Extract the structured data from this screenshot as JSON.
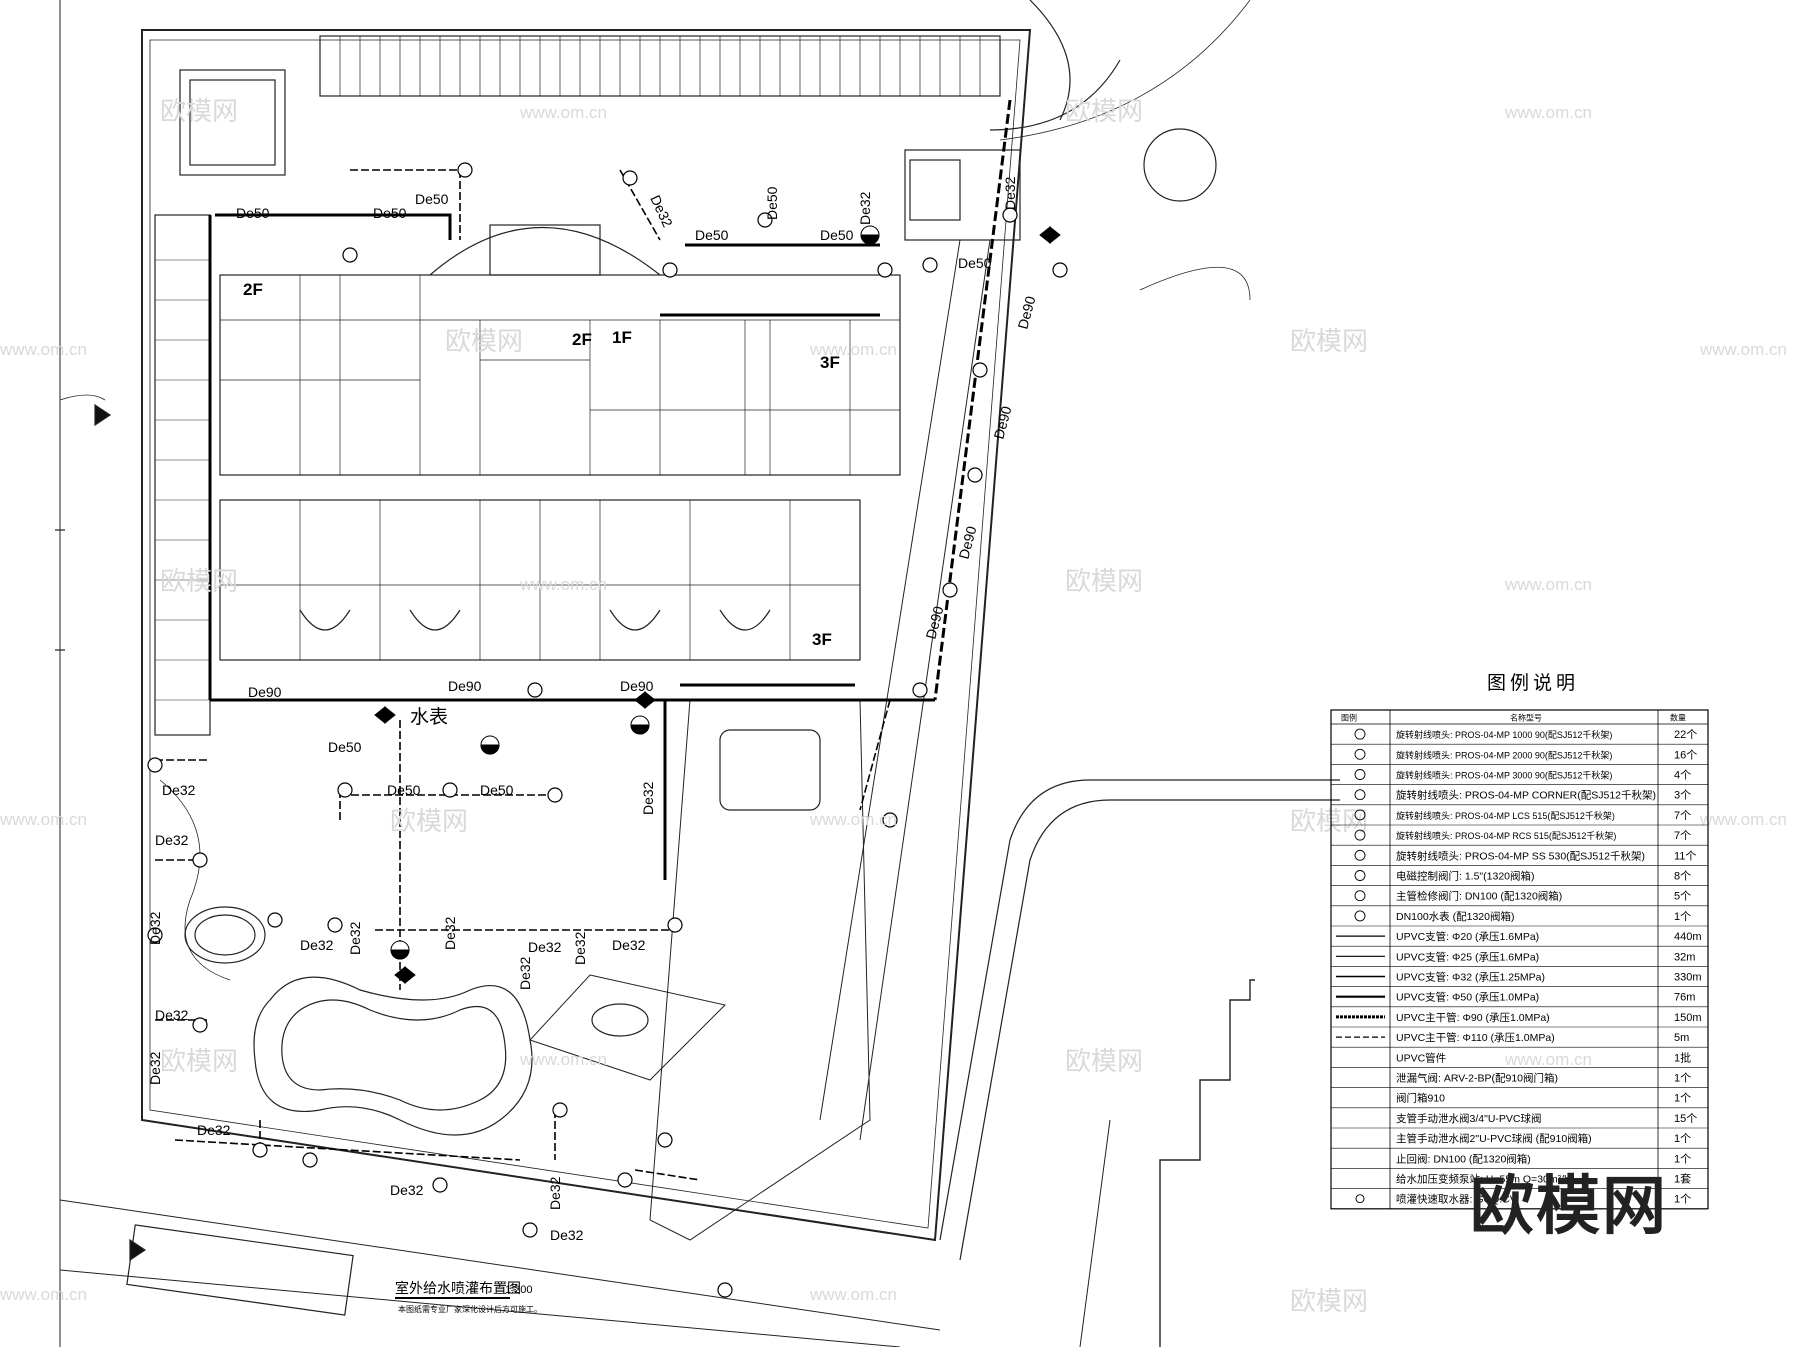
{
  "plan": {
    "title": "室外给水喷灌布置图",
    "scale": "1:200",
    "note": "本图纸需专业厂家深化设计后方可施工。",
    "meter_label": "水表",
    "floor_labels": [
      "2F",
      "2F",
      "1F",
      "3F",
      "3F"
    ],
    "pipe_labels": [
      "De50",
      "De50",
      "De50",
      "De50",
      "De50",
      "De50",
      "De50",
      "De50",
      "De50",
      "De50",
      "De32",
      "De32",
      "De32",
      "De32",
      "De32",
      "De32",
      "De32",
      "De32",
      "De32",
      "De32",
      "De32",
      "De32",
      "De32",
      "De32",
      "De32",
      "De32",
      "De32",
      "De32",
      "De32",
      "De32",
      "De90",
      "De90",
      "De90",
      "De90",
      "De90",
      "De90",
      "De90"
    ]
  },
  "legend": {
    "title": "图例说明",
    "headers": [
      "图例",
      "名称型号",
      "数量"
    ],
    "rows": [
      {
        "name": "旋转射线喷头: PROS-04-MP 1000 90(配SJ512千秋架)",
        "qty": "22个"
      },
      {
        "name": "旋转射线喷头: PROS-04-MP 2000 90(配SJ512千秋架)",
        "qty": "16个"
      },
      {
        "name": "旋转射线喷头: PROS-04-MP 3000 90(配SJ512千秋架)",
        "qty": "4个"
      },
      {
        "name": "旋转射线喷头: PROS-04-MP CORNER(配SJ512千秋架)",
        "qty": "3个"
      },
      {
        "name": "旋转射线喷头: PROS-04-MP LCS 515(配SJ512千秋架)",
        "qty": "7个"
      },
      {
        "name": "旋转射线喷头: PROS-04-MP RCS 515(配SJ512千秋架)",
        "qty": "7个"
      },
      {
        "name": "旋转射线喷头: PROS-04-MP SS 530(配SJ512千秋架)",
        "qty": "11个"
      },
      {
        "name": "电磁控制阀门: 1.5\"(1320阀箱)",
        "qty": "8个"
      },
      {
        "name": "主管检修阀门: DN100 (配1320阀箱)",
        "qty": "5个"
      },
      {
        "name": "DN100水表 (配1320阀箱)",
        "qty": "1个"
      },
      {
        "name": "UPVC支管: Φ20 (承压1.6MPa)",
        "qty": "440m"
      },
      {
        "name": "UPVC支管: Φ25 (承压1.6MPa)",
        "qty": "32m"
      },
      {
        "name": "UPVC支管: Φ32 (承压1.25MPa)",
        "qty": "330m"
      },
      {
        "name": "UPVC支管: Φ50 (承压1.0MPa)",
        "qty": "76m"
      },
      {
        "name": "UPVC主干管: Φ90 (承压1.0MPa)",
        "qty": "150m"
      },
      {
        "name": "UPVC主干管: Φ110 (承压1.0MPa)",
        "qty": "5m"
      },
      {
        "name": "UPVC管件",
        "qty": "1批"
      },
      {
        "name": "泄漏气阀: ARV-2-BP(配910阀门箱)",
        "qty": "1个"
      },
      {
        "name": "阀门箱910",
        "qty": "1个"
      },
      {
        "name": "支管手动泄水阀3/4\"U-PVC球阀",
        "qty": "15个"
      },
      {
        "name": "主管手动泄水阀2\"U-PVC球阀 (配910阀箱)",
        "qty": "1个"
      },
      {
        "name": "止回阀: DN100 (配1320阀箱)",
        "qty": "1个"
      },
      {
        "name": "给水加压变频泵站: H=55m Q=30m³/h",
        "qty": "1套"
      },
      {
        "name": "喷灌快速取水器: GCQ.CV",
        "qty": "1个"
      }
    ]
  },
  "watermarks": {
    "brand": "欧模网",
    "url": "www.om.cn"
  }
}
